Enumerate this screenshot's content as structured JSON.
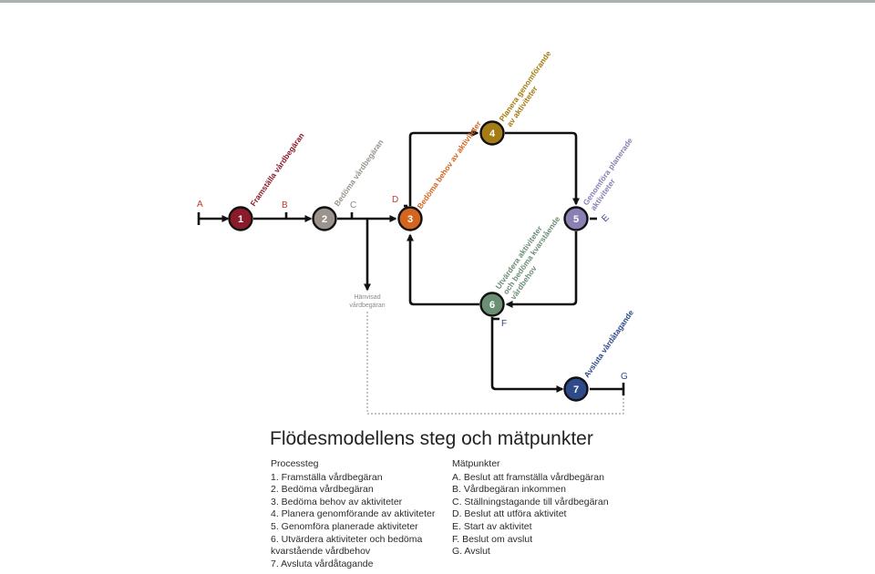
{
  "colors": {
    "step1": "#8b1a2b",
    "step2": "#9a948c",
    "step3": "#d4651e",
    "step4": "#a57c14",
    "step5": "#8b80b3",
    "step6": "#6b8f75",
    "step7": "#2f4a8a",
    "line": "#111111",
    "referral": "#8a8a8a",
    "mp_d": "#c0392b",
    "mp_default": "#34487e"
  },
  "diagram": {
    "nodes": [
      {
        "num": "1",
        "label": "Framställa vårdbegäran"
      },
      {
        "num": "2",
        "label": "Bedöma vårdbegäran"
      },
      {
        "num": "3",
        "label": "Bedöma behov av aktiviteter"
      },
      {
        "num": "4",
        "label_line1": "Planera genomförande",
        "label_line2": "av aktiviteter"
      },
      {
        "num": "5",
        "label_line1": "Genomföra planerade",
        "label_line2": "aktiviteter"
      },
      {
        "num": "6",
        "label_line1": "Utvärdera aktiviteter",
        "label_line2": "och bedöma kvarstående",
        "label_line3": "vårdbehov"
      },
      {
        "num": "7",
        "label": "Avsluta vårdåtagande"
      }
    ],
    "measure_points": [
      "A",
      "B",
      "C",
      "D",
      "E",
      "F",
      "G"
    ],
    "referral_line1": "Hänvisad",
    "referral_line2": "vårdbegäran"
  },
  "legend": {
    "title": "Flödesmodellens steg och mätpunkter",
    "process_heading": "Processteg",
    "process_steps": [
      "1. Framställa vårdbegäran",
      "2. Bedöma vårdbegäran",
      "3. Bedöma behov av aktiviteter",
      "4. Planera genomförande av aktiviteter",
      "5. Genomföra planerade aktiviteter",
      "6. Utvärdera aktiviteter och bedöma",
      "kvarstående vårdbehov",
      "7. Avsluta vårdåtagande"
    ],
    "measure_heading": "Mätpunkter",
    "measure_points": [
      "A. Beslut att framställa vårdbegäran",
      "B. Vårdbegäran inkommen",
      "C. Ställningstagande till vårdbegäran",
      "D. Beslut att utföra aktivitet",
      "E. Start av aktivitet",
      "F. Beslut om avslut",
      "G. Avslut"
    ]
  }
}
